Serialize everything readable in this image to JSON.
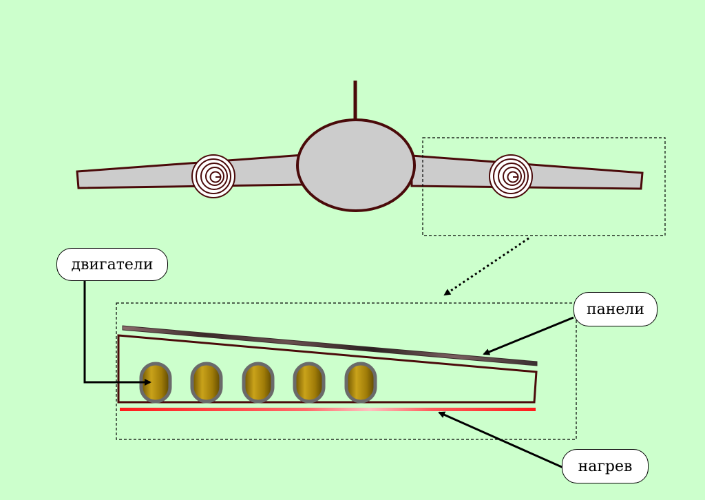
{
  "labels": {
    "engines": "двигатели",
    "panels": "панели",
    "heating": "нагрев"
  },
  "colors": {
    "background": "#ccffcc",
    "outline": "#4a0a0a",
    "fuselage_fill": "#cccccc",
    "engine_gold": "#b08a10",
    "heater_red": "#ff1a1a",
    "panel_dark": "#3a3a3a"
  },
  "icons": {
    "engine_left": "spiral-engine-icon",
    "engine_right": "spiral-engine-icon",
    "cell": "engine-cell-icon"
  }
}
